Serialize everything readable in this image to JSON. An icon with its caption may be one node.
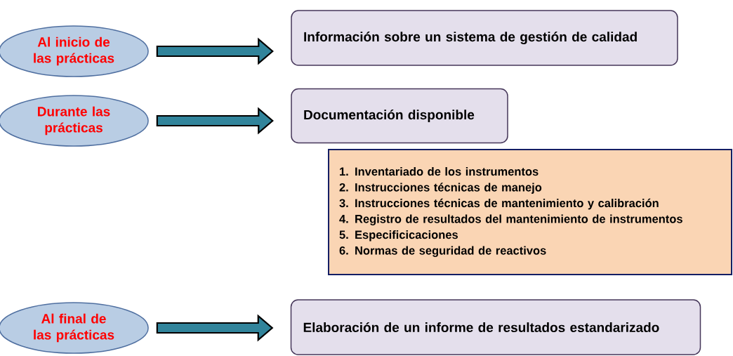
{
  "diagram": {
    "nodes": [
      {
        "text": [
          "Al inicio de las prácticas"
        ]
      },
      {
        "text": [
          "Información sobre un sistema de gestión de calidad"
        ]
      },
      {
        "text": [
          "Durante las prácticas"
        ]
      },
      {
        "text": [
          "Documentación disponible"
        ]
      },
      {
        "text": [
          "1. Inventariado de los instrumentos",
          "2. Instrucciones técnicas de manejo",
          "3. Instrucciones técnicas de mantenimiento y calibración",
          "4. Registro de resultados del mantenimiento de instrumentos",
          "5. Especificicaciones",
          "6. Normas de seguridad de reactivos"
        ]
      },
      {
        "text": [
          "Al final de las prácticas"
        ]
      },
      {
        "text": [
          "Elaboración de un informe de resultados estandarizado"
        ]
      }
    ],
    "edges": [
      {
        "from": 0,
        "to": 1,
        "arrow": "to",
        "style": "thick"
      },
      {
        "from": 2,
        "to": 3,
        "arrow": "to",
        "style": "thick"
      },
      {
        "from": 5,
        "to": 6,
        "arrow": "to",
        "style": "thick"
      }
    ]
  }
}
